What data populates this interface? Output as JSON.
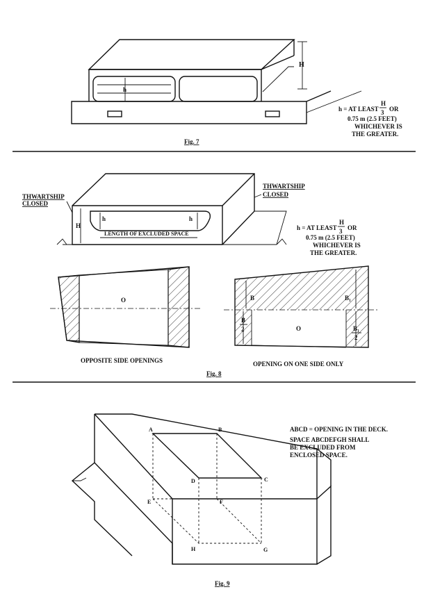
{
  "fig7": {
    "caption": "Fig. 7",
    "label_H": "H",
    "label_h": "h",
    "note_line1": "h = AT LEAST",
    "note_frac_num": "H",
    "note_frac_den": "3",
    "note_line1_end": "OR",
    "note_line2": "0.75 m (2.5 FEET)",
    "note_line3": "WHICHEVER IS",
    "note_line4": "THE GREATER."
  },
  "fig8": {
    "caption": "Fig. 8",
    "thwart_left_1": "THWARTSHIP",
    "thwart_left_2": "CLOSED",
    "thwart_right_1": "THWARTSHIP",
    "thwart_right_2": "CLOSED",
    "label_H": "H",
    "label_h_left": "h",
    "label_h_right": "h",
    "excluded_label": "LENGTH OF EXCLUDED SPACE",
    "note_line1": "h = AT LEAST",
    "note_frac_num": "H",
    "note_frac_den": "3",
    "note_line1_end": "OR",
    "note_line2": "0.75 m (2.5 FEET)",
    "note_line3": "WHICHEVER IS",
    "note_line4": "THE GREATER.",
    "left_plan_O": "O",
    "left_plan_caption": "OPPOSITE SIDE OPENINGS",
    "right_plan_B": "B",
    "right_plan_B1": "B₁",
    "right_plan_frac_B_num": "B",
    "right_plan_frac_B_den": "2",
    "right_plan_frac_B1_num": "B₁",
    "right_plan_frac_B1_den": "2",
    "right_plan_O": "O",
    "right_plan_caption": "OPENING ON ONE SIDE ONLY"
  },
  "fig9": {
    "caption": "Fig. 9",
    "pt_A": "A",
    "pt_B": "B",
    "pt_C": "C",
    "pt_D": "D",
    "pt_E": "E",
    "pt_F": "F",
    "pt_G": "G",
    "pt_H": "H",
    "note_line1": "ABCD = OPENING IN THE DECK.",
    "note_line2": "SPACE ABCDEFGH SHALL",
    "note_line3": "BE EXCLUDED FROM",
    "note_line4": "ENCLOSED SPACE."
  }
}
